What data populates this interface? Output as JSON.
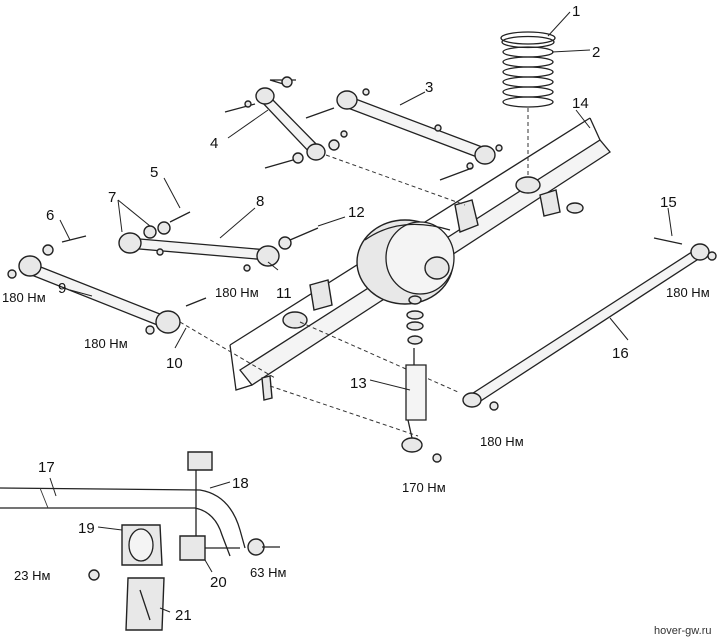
{
  "callouts": {
    "c1": "1",
    "c2": "2",
    "c3": "3",
    "c4": "4",
    "c5": "5",
    "c6": "6",
    "c7": "7",
    "c8": "8",
    "c9": "9",
    "c10": "10",
    "c11": "11",
    "c12": "12",
    "c13": "13",
    "c14": "14",
    "c15": "15",
    "c16": "16",
    "c17": "17",
    "c18": "18",
    "c19": "19",
    "c20": "20",
    "c21": "21"
  },
  "torques": {
    "t_left_link": "180 Нм",
    "t_lower_left": "180 Нм",
    "t_upper_center": "180 Нм",
    "t_panhard_right": "180 Нм",
    "t_panhard_left": "180 Нм",
    "t_shock": "170 Нм",
    "t_bar_link": "63 Нм",
    "t_bushing": "23 Нм"
  },
  "watermark": "hover-gw.ru"
}
